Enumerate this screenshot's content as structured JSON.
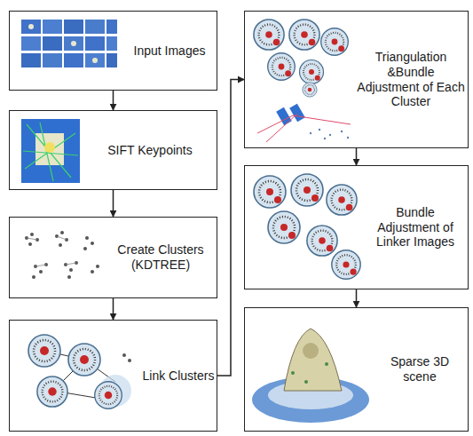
{
  "diagram": {
    "nodes": [
      {
        "text": [
          "Input Images"
        ]
      },
      {
        "text": [
          "SIFT Keypoints"
        ]
      },
      {
        "text": [
          "Create Clusters (KDTREE)"
        ]
      },
      {
        "text": [
          "Link Clusters"
        ]
      },
      {
        "text": [
          "Triangulation &Bundle Adjustment of Each Cluster"
        ]
      },
      {
        "text": [
          "Bundle Adjustment of Linker Images"
        ]
      },
      {
        "text": [
          "Sparse 3D scene"
        ]
      }
    ],
    "edges": [
      {
        "from": 0,
        "to": 1,
        "arrow": "to"
      },
      {
        "from": 1,
        "to": 2,
        "arrow": "to"
      },
      {
        "from": 2,
        "to": 3,
        "arrow": "to"
      },
      {
        "from": 3,
        "to": 4,
        "arrow": "to"
      },
      {
        "from": 4,
        "to": 5,
        "arrow": "to"
      },
      {
        "from": 5,
        "to": 6,
        "arrow": "to"
      }
    ]
  }
}
